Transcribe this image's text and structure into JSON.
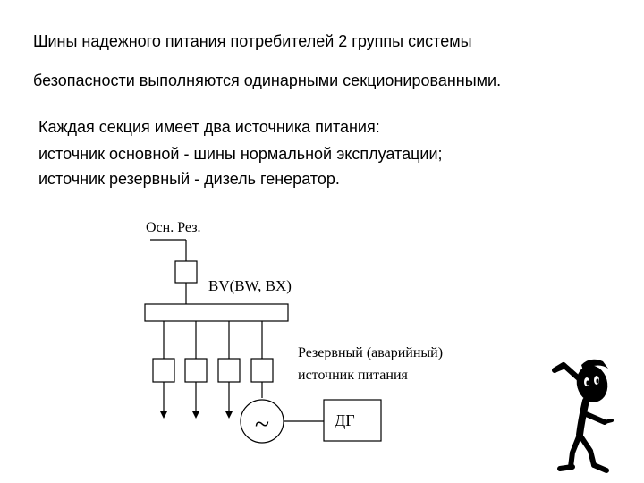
{
  "heading": {
    "line1": "Шины надежного питания потребителей 2 группы системы",
    "line2": "безопасности  выполняются одинарными секционированными."
  },
  "body": {
    "line1": "Каждая секция имеет два источника питания:",
    "line2": "источник основной - шины нормальной эксплуатации;",
    "line3": "источник резервный - дизель генератор."
  },
  "diagram": {
    "input_label": "Осн. Рез.",
    "switch_label": "BV(BW, BX)",
    "reserve_label_line1": "Резервный (аварийный)",
    "reserve_label_line2": "источник питания",
    "generator_symbol": "~",
    "generator_label": "ДГ"
  },
  "decor": {
    "figure_icon": "thinking-stick-figure-icon"
  }
}
